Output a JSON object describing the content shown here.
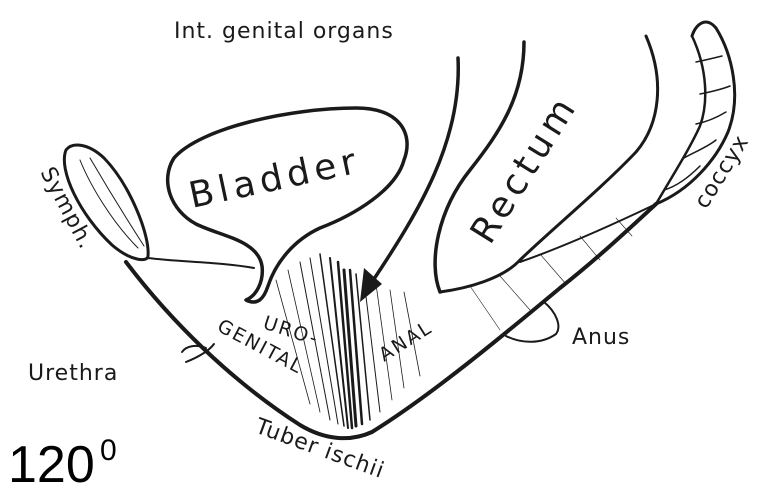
{
  "labels": {
    "int_genital": "Int. genital organs",
    "bladder": "Bladder",
    "rectum": "Rectum",
    "symph": "Symph.",
    "coccyx": "coccyx",
    "uro": "URO-",
    "genital": "GENITAL",
    "anal": "ANAL",
    "anus": "Anus",
    "urethra": "Urethra",
    "tuber": "Tuber ischii"
  },
  "angle": {
    "value": "120",
    "sup": "0"
  }
}
